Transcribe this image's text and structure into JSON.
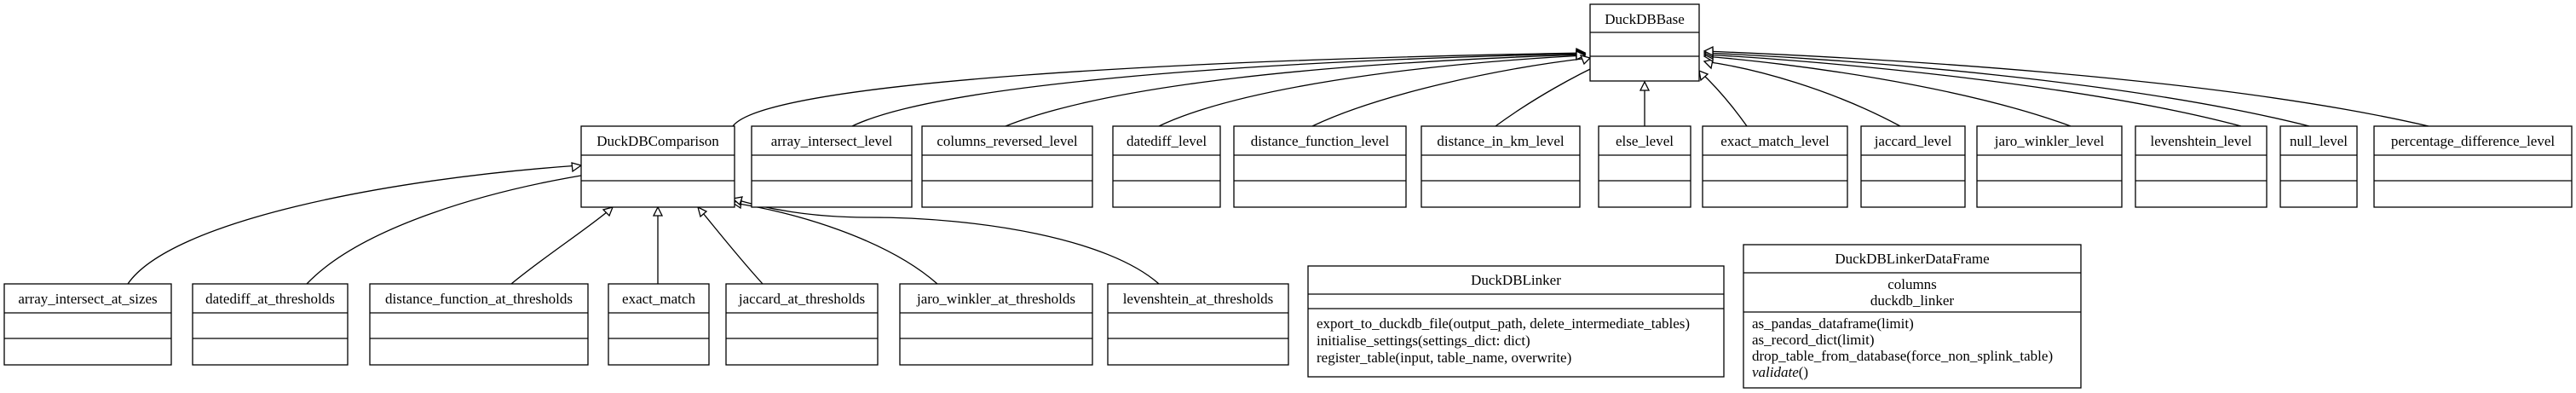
{
  "classes": {
    "duckdb_base": {
      "name": "DuckDBBase"
    },
    "duckdb_comparison": {
      "name": "DuckDBComparison"
    },
    "array_intersect_level": {
      "name": "array_intersect_level"
    },
    "columns_reversed_level": {
      "name": "columns_reversed_level"
    },
    "datediff_level": {
      "name": "datediff_level"
    },
    "distance_function_level": {
      "name": "distance_function_level"
    },
    "distance_in_km_level": {
      "name": "distance_in_km_level"
    },
    "else_level": {
      "name": "else_level"
    },
    "exact_match_level": {
      "name": "exact_match_level"
    },
    "jaccard_level": {
      "name": "jaccard_level"
    },
    "jaro_winkler_level": {
      "name": "jaro_winkler_level"
    },
    "levenshtein_level": {
      "name": "levenshtein_level"
    },
    "null_level": {
      "name": "null_level"
    },
    "percentage_difference_level": {
      "name": "percentage_difference_level"
    },
    "array_intersect_at_sizes": {
      "name": "array_intersect_at_sizes"
    },
    "datediff_at_thresholds": {
      "name": "datediff_at_thresholds"
    },
    "distance_function_at_thresholds": {
      "name": "distance_function_at_thresholds"
    },
    "exact_match": {
      "name": "exact_match"
    },
    "jaccard_at_thresholds": {
      "name": "jaccard_at_thresholds"
    },
    "jaro_winkler_at_thresholds": {
      "name": "jaro_winkler_at_thresholds"
    },
    "levenshtein_at_thresholds": {
      "name": "levenshtein_at_thresholds"
    },
    "duckdb_linker": {
      "name": "DuckDBLinker",
      "methods": [
        "export_to_duckdb_file(output_path, delete_intermediate_tables)",
        "initialise_settings(settings_dict: dict)",
        "register_table(input, table_name, overwrite)"
      ]
    },
    "duckdb_linker_data_frame": {
      "name": "DuckDBLinkerDataFrame",
      "attributes": [
        "columns",
        "duckdb_linker"
      ],
      "methods": [
        "as_pandas_dataframe(limit)",
        "as_record_dict(limit)",
        "drop_table_from_database(force_non_splink_table)"
      ],
      "abstract_method": "validate",
      "abstract_method_suffix": "()"
    }
  }
}
